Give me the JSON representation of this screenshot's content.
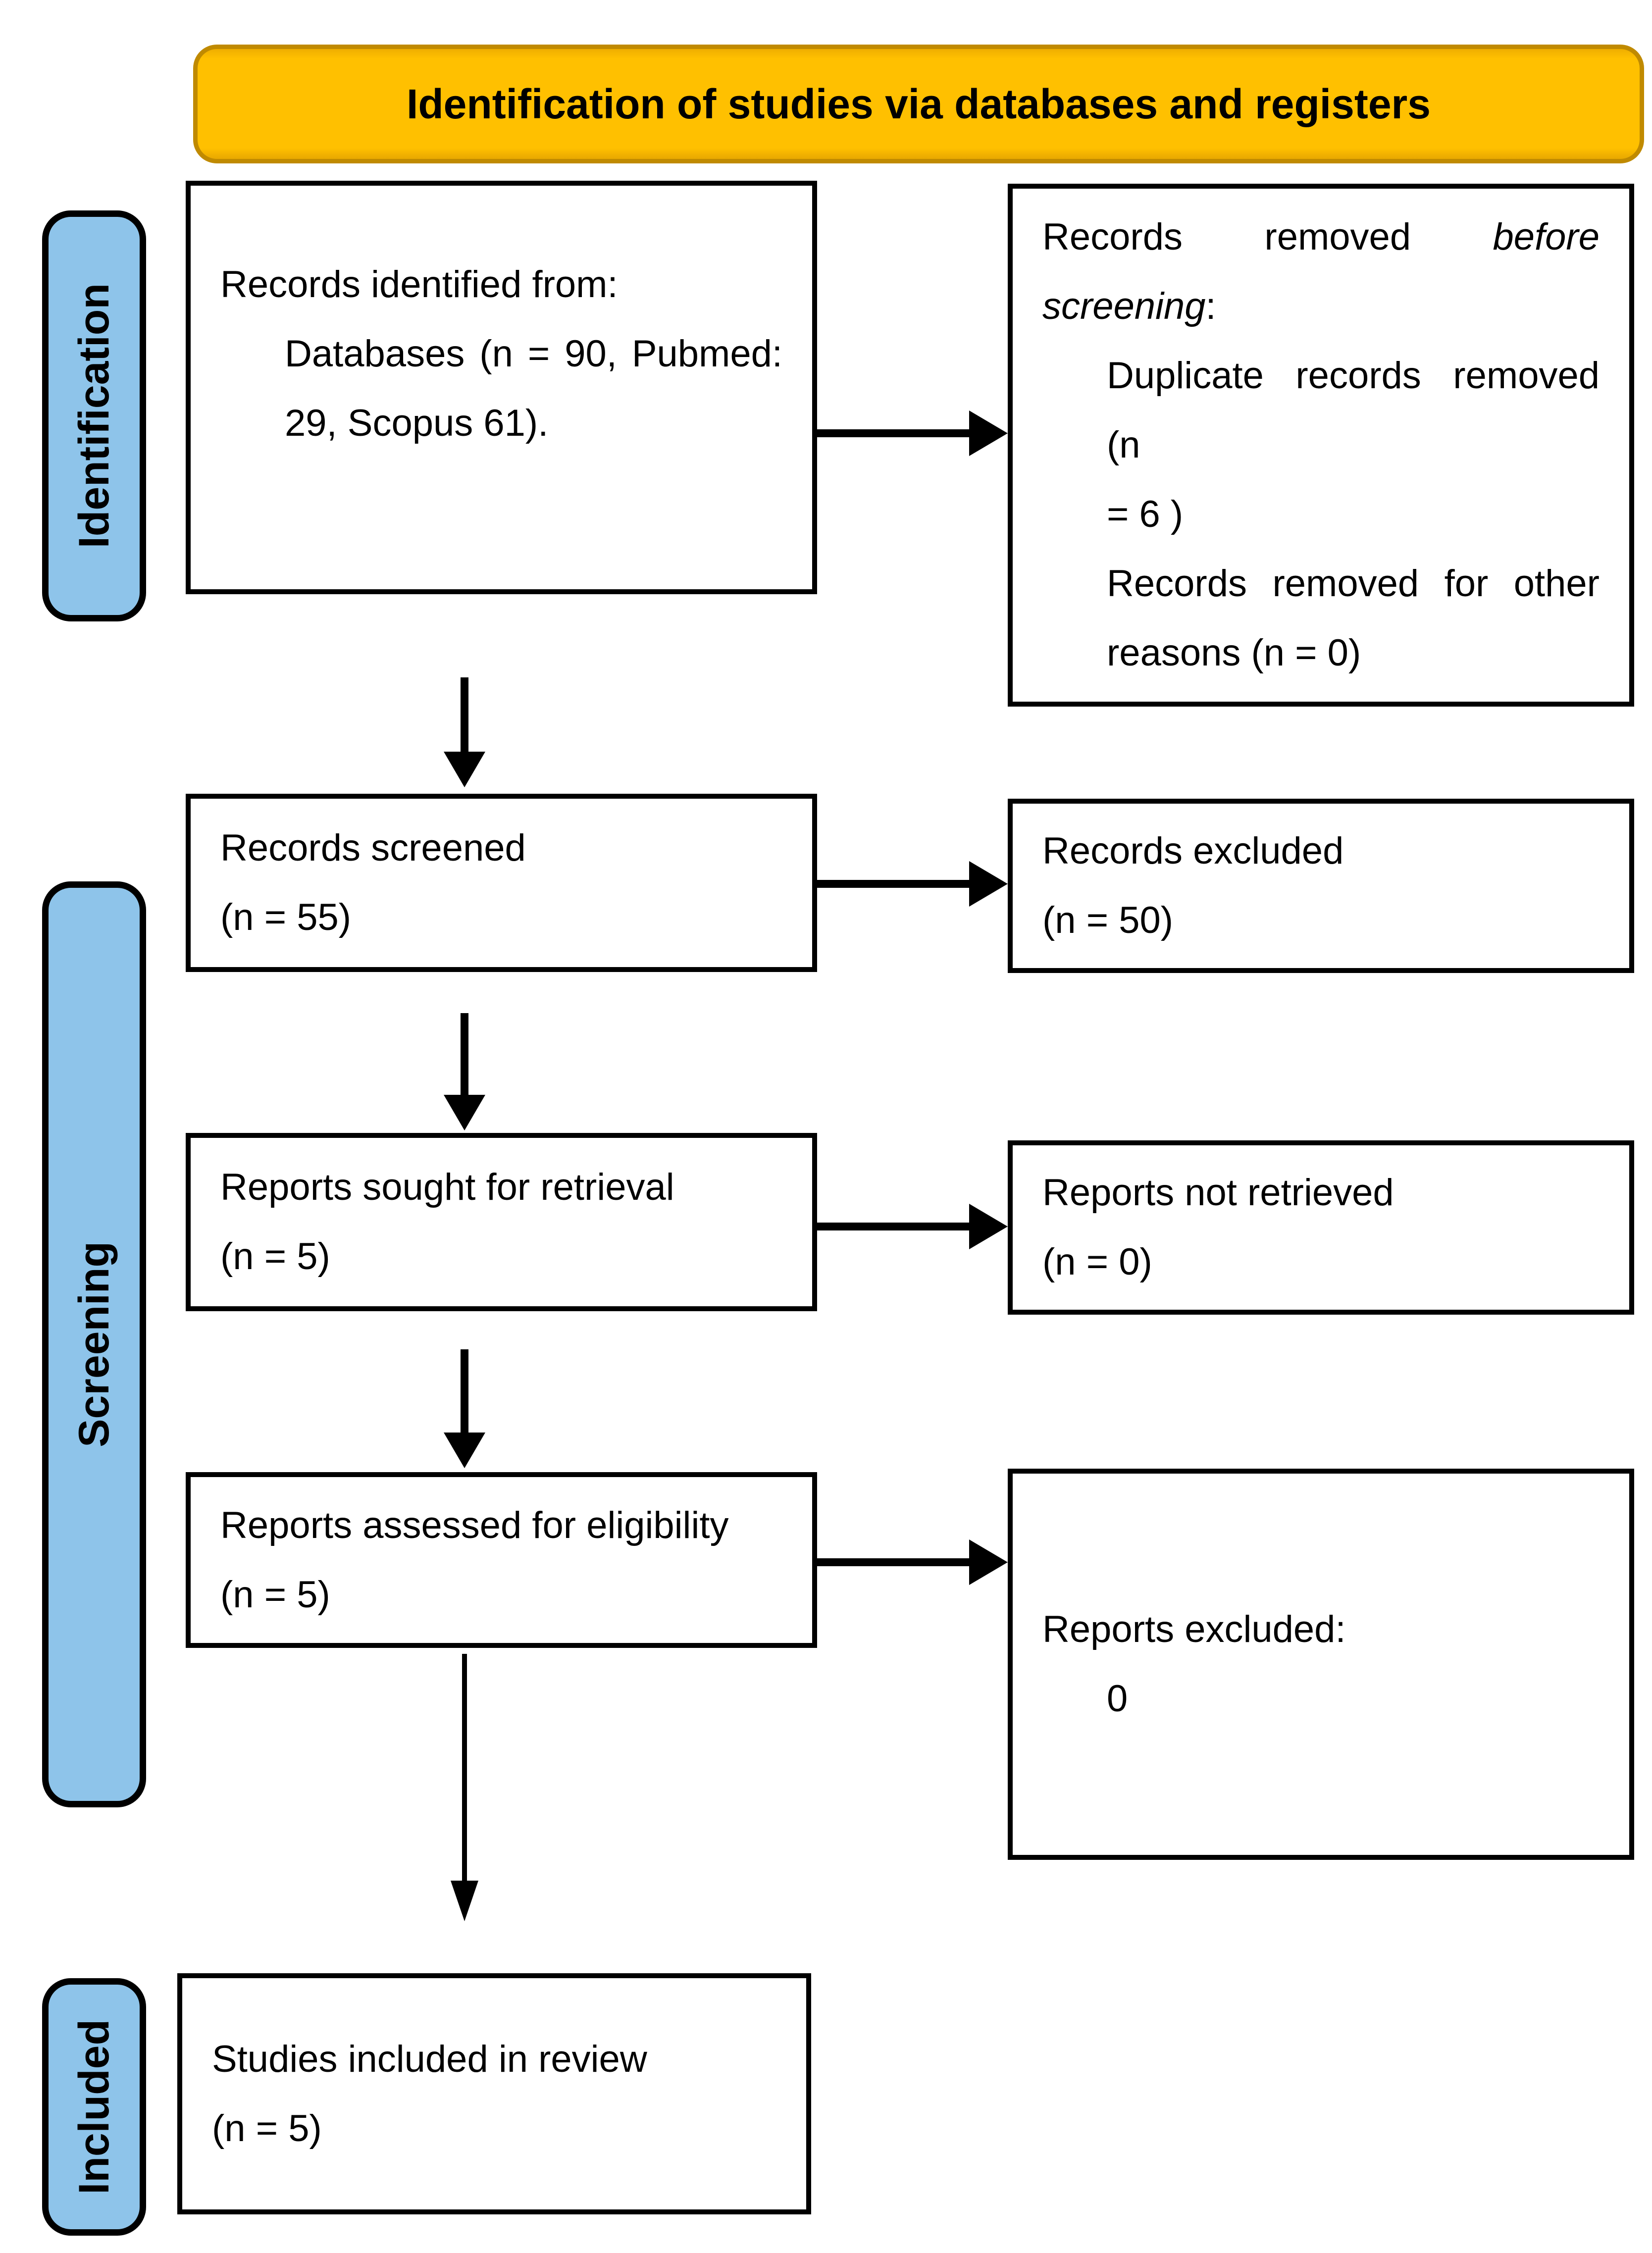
{
  "figure": {
    "title": "Identification of studies via databases and registers"
  },
  "stages": [
    {
      "label": "Identification"
    },
    {
      "label": "Screening"
    },
    {
      "label": "Included"
    }
  ],
  "boxes": {
    "records_identified": {
      "heading": "Records identified from:",
      "item_lines": [
        "Databases (n = 90, Pubmed:",
        "29, Scopus 61)."
      ]
    },
    "records_removed": {
      "heading_line1": [
        {
          "text": "Records removed"
        },
        {
          "text": "before",
          "italic": true
        }
      ],
      "heading_line2": [
        {
          "text": "screening",
          "italic": true
        },
        {
          "text": ":"
        }
      ],
      "item1_lines": [
        "Duplicate records removed (n",
        "= 6 )"
      ],
      "item2_lines": [
        "Records removed for other",
        "reasons (n = 0)"
      ]
    },
    "records_screened": {
      "lines": [
        "Records screened",
        "(n = 55)"
      ]
    },
    "records_excluded": {
      "lines": [
        "Records excluded",
        "(n = 50)"
      ]
    },
    "reports_sought": {
      "lines": [
        "Reports sought for retrieval",
        "(n = 5)"
      ]
    },
    "reports_not_retrieved": {
      "lines": [
        "Reports not retrieved",
        "(n = 0)"
      ]
    },
    "reports_assessed": {
      "lines": [
        "Reports assessed for eligibility",
        "(n = 5)"
      ]
    },
    "reports_excluded": {
      "heading": "Reports excluded:",
      "items": [
        "0"
      ]
    },
    "studies_included": {
      "lines": [
        "Studies included in review",
        "(n = 5)"
      ]
    }
  },
  "colors": {
    "header_fill": "#FFC000",
    "header_border": "#C08A00",
    "stage_fill": "#8EC4EA",
    "stage_border": "#000000",
    "box_border": "#000000",
    "arrow": "#000000",
    "background": "#FFFFFF"
  }
}
